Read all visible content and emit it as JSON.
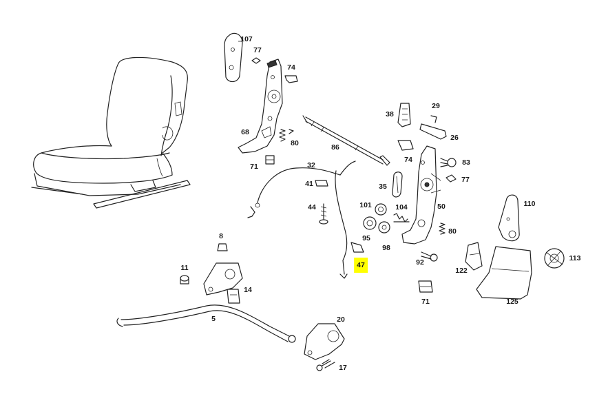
{
  "diagram": {
    "highlight_color": "#ffff00",
    "callouts": {
      "p107": "107",
      "p77a": "77",
      "p74a": "74",
      "p68": "68",
      "p80a": "80",
      "p71a": "71",
      "p86": "86",
      "p38": "38",
      "p29": "29",
      "p26": "26",
      "p74b": "74",
      "p83": "83",
      "p77b": "77",
      "p32": "32",
      "p41": "41",
      "p44": "44",
      "p35": "35",
      "p101": "101",
      "p104": "104",
      "p50": "50",
      "p95": "95",
      "p98": "98",
      "p80b": "80",
      "p110": "110",
      "p8": "8",
      "p47": "47",
      "p92": "92",
      "p122": "122",
      "p113": "113",
      "p11": "11",
      "p14": "14",
      "p71b": "71",
      "p125": "125",
      "p5": "5",
      "p20": "20",
      "p17": "17"
    }
  }
}
